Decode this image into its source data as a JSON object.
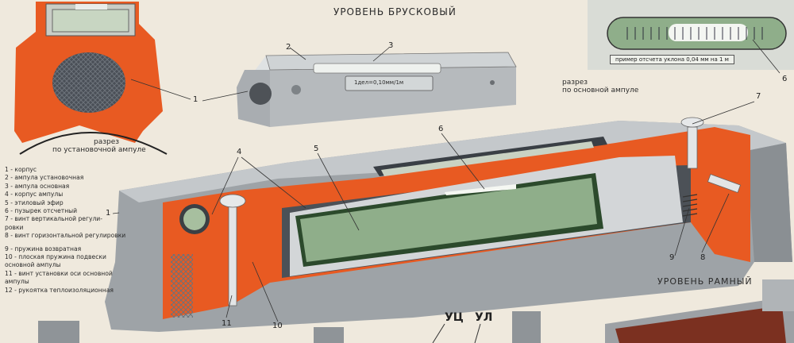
{
  "titles": {
    "main": "УРОВЕНЬ БРУСКОВЫЙ",
    "frame": "УРОВЕНЬ РАМНЫЙ"
  },
  "sections": {
    "install_line1": "разрез",
    "install_line2": "по установочной ампуле",
    "main_line1": "разрез",
    "main_line2": "по основной ампуле"
  },
  "scale_inscription": "1дел=0,10мм/1м",
  "inset_caption": "пример отсчета уклона 0,04 мм на 1 м",
  "legend": [
    "1 - корпус",
    "2 - ампула установочная",
    "3 - ампула основная",
    "4 - корпус ампулы",
    "5 - этиловый эфир",
    "6 - пузырек отсчетный",
    "7 - винт вертикальной регули-",
    "     ровки",
    "8 - винт горизонтальной регулировки",
    "9 - пружина возвратная",
    "10 - плоская пружина подвески",
    "       основной ампулы",
    "11 - винт  установки оси основной",
    "       ампулы",
    "12 - рукоятка теплоизоляционная"
  ],
  "callouts": {
    "n1a": "1",
    "n1b": "1",
    "n2": "2",
    "n3": "3",
    "n4": "4",
    "n5": "5",
    "n6a": "6",
    "n6b": "6",
    "n7": "7",
    "n8": "8",
    "n9": "9",
    "n10": "10",
    "n11": "11"
  },
  "marks": {
    "uc": "УЦ",
    "ul": "УЛ"
  },
  "colors": {
    "body_orange": "#e85a22",
    "metal": "#b9bcbf",
    "glass": "#8fae8a",
    "paper": "#efe9dd"
  }
}
